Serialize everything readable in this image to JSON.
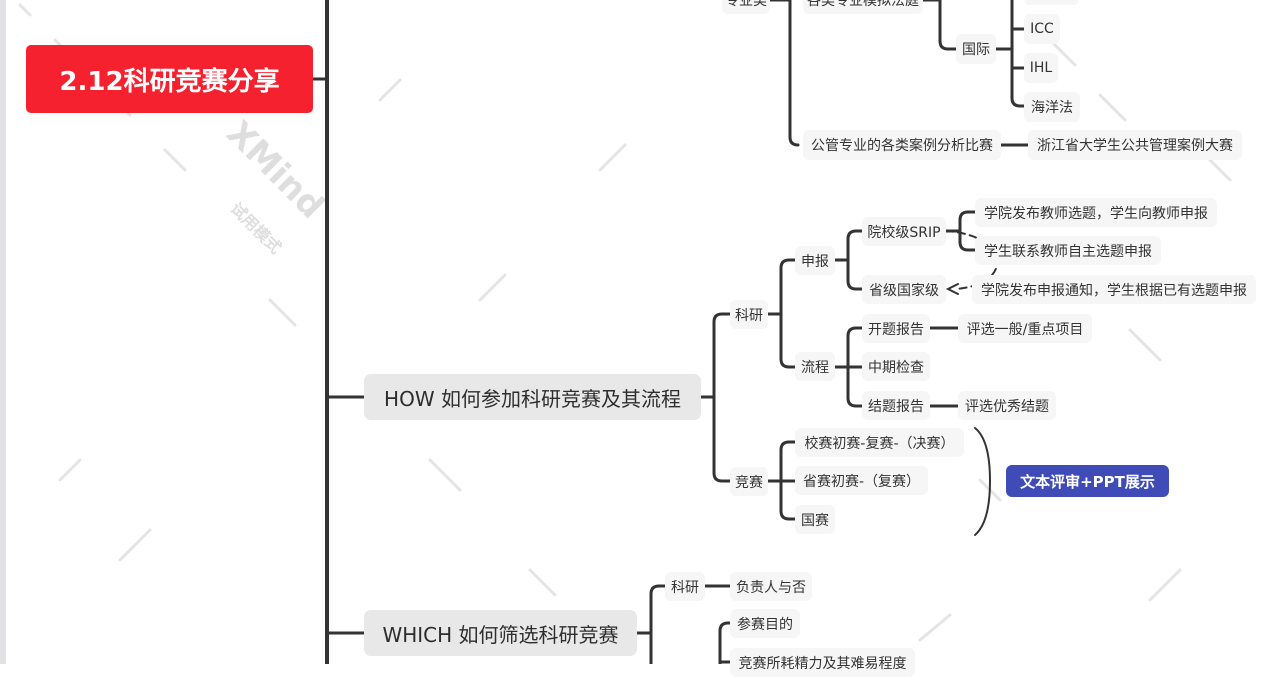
{
  "root": {
    "title": "2.12科研竞赛分享"
  },
  "branch_top": {
    "category": "专业类",
    "moot": "各类专业模拟法庭",
    "intl": "国际",
    "intl_items": [
      "ICC",
      "IHL",
      "海洋法"
    ],
    "public_admin": "公管专业的各类案例分析比赛",
    "public_admin_item": "浙江省大学生公共管理案例大赛"
  },
  "how": {
    "title": "HOW 如何参加科研竞赛及其流程",
    "research": "科研",
    "apply": "申报",
    "srip": "院校级SRIP",
    "srip_items": [
      "学院发布教师选题，学生向教师申报",
      "学生联系教师自主选题申报"
    ],
    "national": "省级国家级",
    "national_item": "学院发布申报通知，学生根据已有选题申报",
    "process": "流程",
    "steps": [
      "开题报告",
      "中期检查",
      "结题报告"
    ],
    "opening_note": "评选一般/重点项目",
    "closing_note": "评选优秀结题",
    "competition": "竞赛",
    "comp_items": [
      "校赛初赛-复赛-（决赛）",
      "省赛初赛-（复赛）",
      "国赛"
    ],
    "summary": "文本评审+PPT展示"
  },
  "which": {
    "title": "WHICH 如何筛选科研竞赛",
    "research": "科研",
    "research_item": "负责人与否",
    "items": [
      "参赛目的",
      "竞赛所耗精力及其难易程度"
    ]
  },
  "watermark": {
    "brand": "XMind",
    "mode": "试用模式"
  }
}
